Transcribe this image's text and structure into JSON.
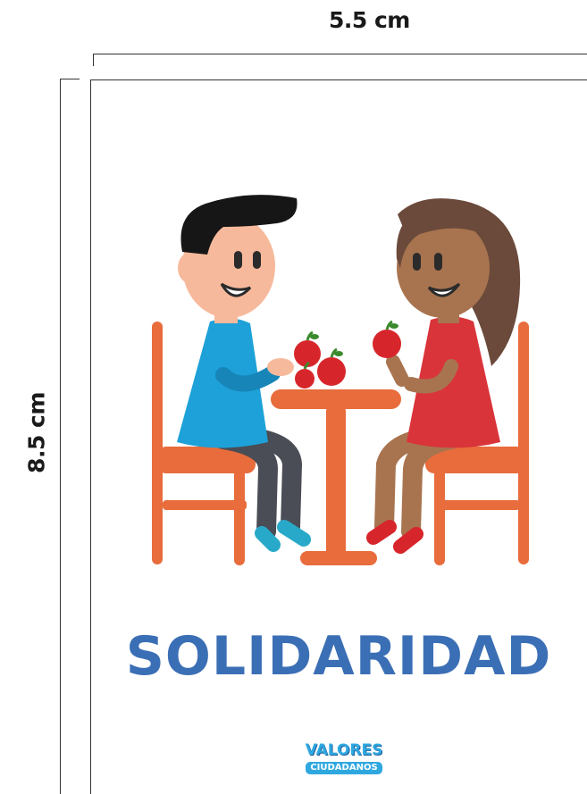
{
  "dimensions": {
    "width_label": "5.5 cm",
    "height_label": "8.5 cm"
  },
  "card": {
    "title": "SOLIDARIDAD",
    "logo": {
      "line1": "VALORES",
      "line2": "CIUDADANOS"
    }
  },
  "colors": {
    "title": "#3b6fb5",
    "chair": "#e86c3c",
    "boy_shirt": "#1da1d8",
    "girl_dress": "#d9343a",
    "apple": "#d7262b",
    "logo": "#2fa8e0"
  }
}
